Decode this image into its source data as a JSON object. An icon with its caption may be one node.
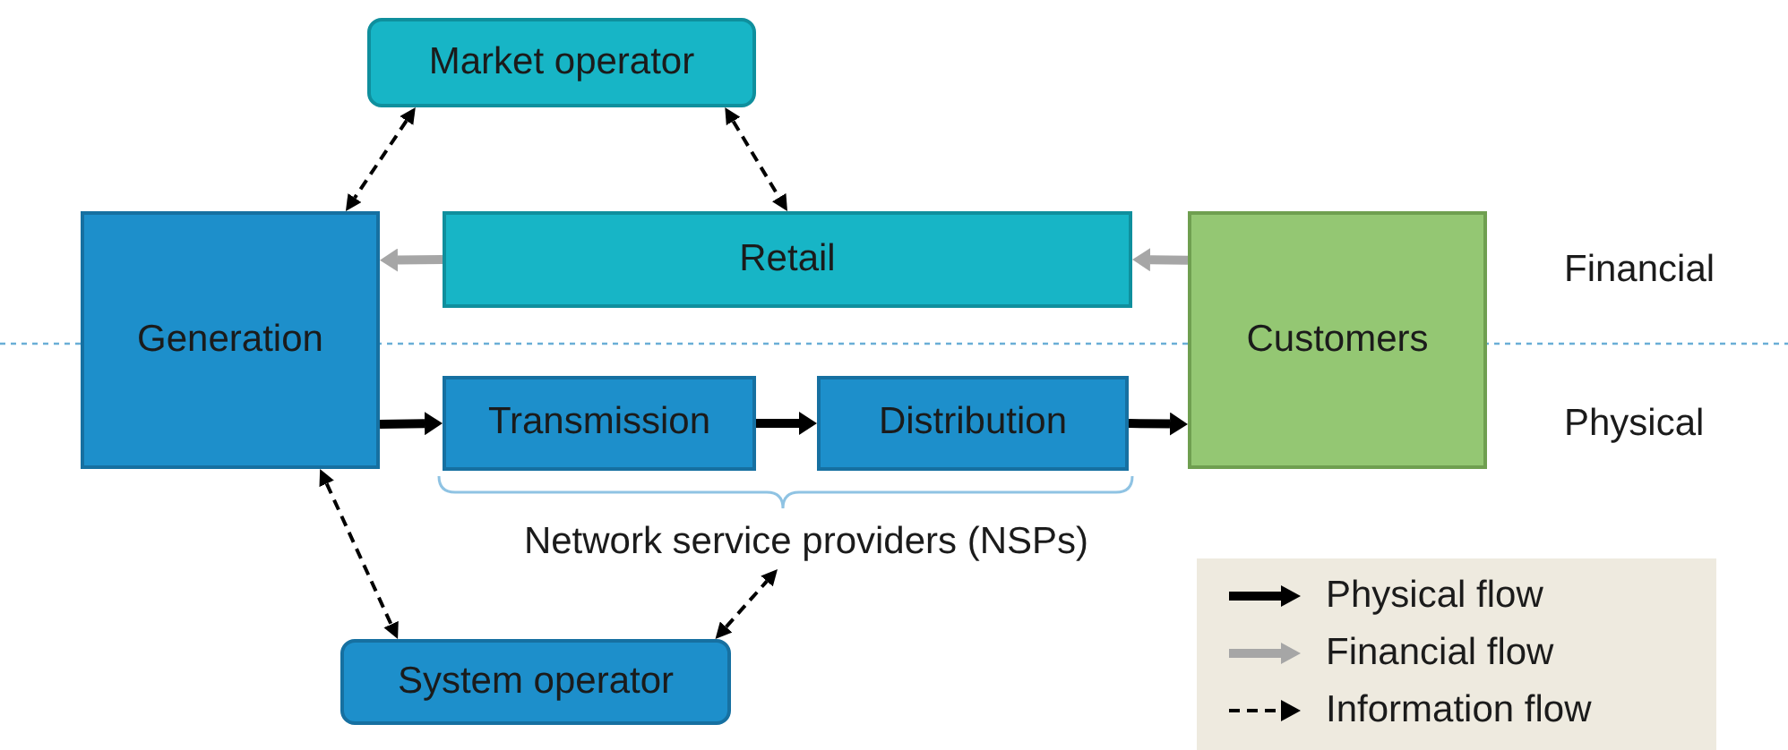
{
  "diagram": {
    "nodes": [
      {
        "text": [
          "Market operator"
        ]
      },
      {
        "text": [
          "Generation"
        ]
      },
      {
        "text": [
          "Retail"
        ]
      },
      {
        "text": [
          "Customers"
        ]
      },
      {
        "text": [
          "Transmission"
        ]
      },
      {
        "text": [
          "Distribution"
        ]
      },
      {
        "text": [
          "Network service providers (NSPs)"
        ]
      },
      {
        "text": [
          "System operator"
        ]
      }
    ],
    "edges": [
      {
        "from": 2,
        "to": 1,
        "arrow": "to",
        "color": "#a6a6a6"
      },
      {
        "from": 3,
        "to": 2,
        "arrow": "to",
        "color": "#a6a6a6"
      },
      {
        "from": 1,
        "to": 4,
        "arrow": "to"
      },
      {
        "from": 4,
        "to": 5,
        "arrow": "to"
      },
      {
        "from": 5,
        "to": 3,
        "arrow": "to"
      },
      {
        "from": 0,
        "to": 1,
        "arrow": "both",
        "style": "dashed"
      },
      {
        "from": 0,
        "to": 2,
        "arrow": "both",
        "style": "dashed"
      },
      {
        "from": 1,
        "to": 7,
        "arrow": "both",
        "style": "dashed"
      },
      {
        "from": 7,
        "to": 6,
        "arrow": "both",
        "style": "dashed"
      }
    ],
    "labels": [
      "Financial",
      "Physical"
    ],
    "legend": [
      {
        "text": "Physical flow"
      },
      {
        "text": "Financial flow"
      },
      {
        "text": "Information flow"
      }
    ]
  }
}
